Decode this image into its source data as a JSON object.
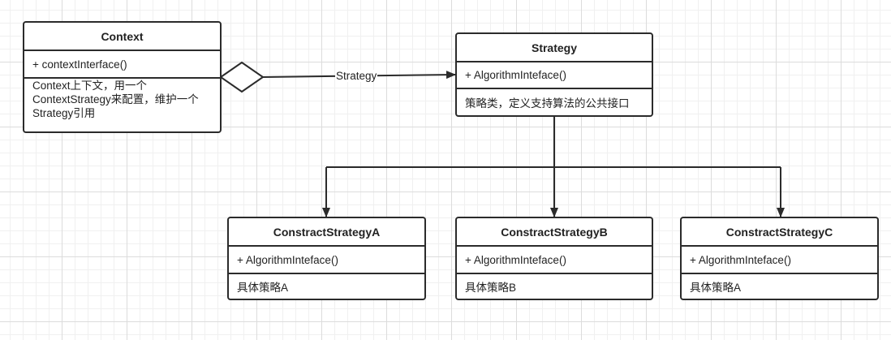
{
  "classes": {
    "context": {
      "name": "Context",
      "operation": "+ contextInterface()",
      "note": "Context上下文，用一个ContextStrategy来配置，维护一个Strategy引用"
    },
    "strategy": {
      "name": "Strategy",
      "operation": "+ AlgorithmInteface()",
      "note": "策略类，定义支持算法的公共接口"
    },
    "strategy_a": {
      "name": "ConstractStrategyA",
      "operation": "+ AlgorithmInteface()",
      "note": "具体策略A"
    },
    "strategy_b": {
      "name": "ConstractStrategyB",
      "operation": "+ AlgorithmInteface()",
      "note": "具体策略B"
    },
    "strategy_c": {
      "name": "ConstractStrategyC",
      "operation": "+ AlgorithmInteface()",
      "note": "具体策略A"
    }
  },
  "edges": {
    "aggregation_label": "Strategy"
  },
  "colors": {
    "stroke": "#2b2b2b",
    "grid": "#dcdcdc",
    "background": "#ffffff"
  }
}
